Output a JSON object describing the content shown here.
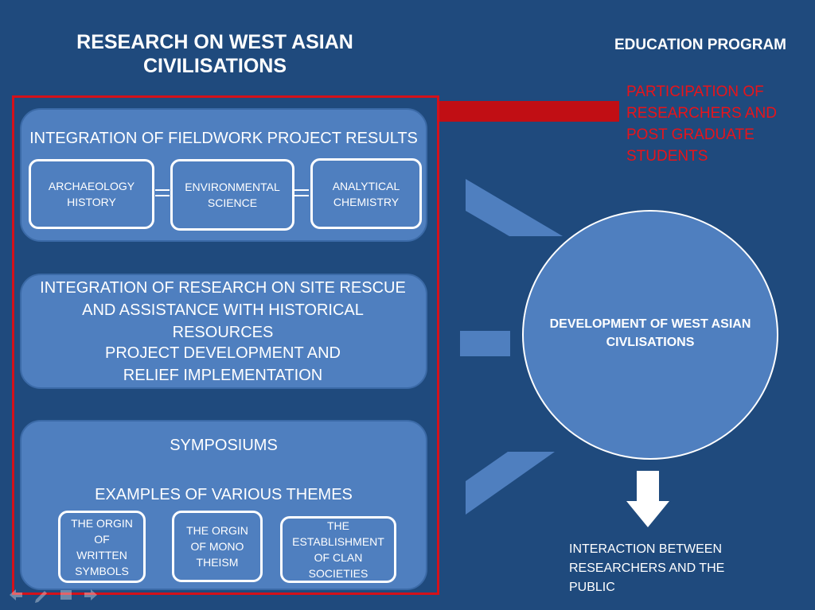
{
  "title": "RESEARCH ON WEST ASIAN CIVILISATIONS",
  "education": {
    "title": "EDUCATION PROGRAM",
    "participation": "PARTICIPATION OF RESEARCHERS AND POST GRADUATE STUDENTS"
  },
  "fieldwork": {
    "heading": "INTEGRATION OF FIELDWORK PROJECT RESULTS",
    "boxes": [
      "ARCHAEOLOGY HISTORY",
      "ENVIRONMENTAL SCIENCE",
      "ANALYTICAL CHEMISTRY"
    ]
  },
  "site_rescue": {
    "heading": "INTEGRATION OF RESEARCH ON SITE RESCUE AND ASSISTANCE WITH HISTORICAL RESOURCES",
    "subheading": "PROJECT DEVELOPMENT AND RELIEF IMPLEMENTATION"
  },
  "symposiums": {
    "heading": "SYMPOSIUMS",
    "subheading": "EXAMPLES OF VARIOUS THEMES",
    "themes": [
      "THE ORGIN OF WRITTEN SYMBOLS",
      "THE ORGIN OF MONO THEISM",
      "THE ESTABLISHMENT OF CLAN SOCIETIES"
    ]
  },
  "development": "DEVELOPMENT OF WEST ASIAN CIVLISATIONS",
  "interaction": "INTERACTION BETWEEN RESEARCHERS AND THE PUBLIC",
  "colors": {
    "background": "#1f4a7d",
    "panel": "#4f7fbf",
    "accent_red": "#d4111a"
  }
}
